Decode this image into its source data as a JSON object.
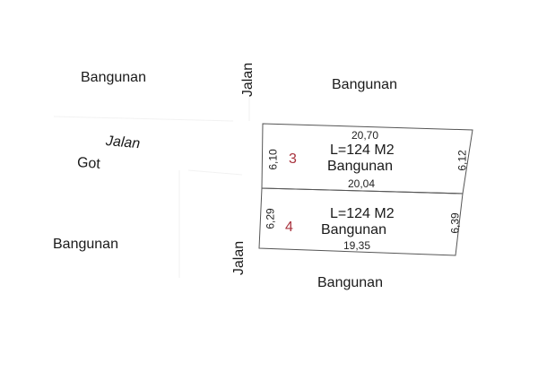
{
  "surroundings": {
    "bangunan_top_left": "Bangunan",
    "bangunan_top_right": "Bangunan",
    "bangunan_bottom_left": "Bangunan",
    "bangunan_bottom_right": "Bangunan",
    "jalan_top_vertical": "Jalan",
    "jalan_left_slanted": "Jalan",
    "got": "Got",
    "jalan_bottom_vertical": "Jalan"
  },
  "plots": [
    {
      "number": "3",
      "area": "L=124 M2",
      "use": "Bangunan",
      "top_length": "20,70",
      "bottom_length": "20,04",
      "left_length": "6,10",
      "right_length": "6,12"
    },
    {
      "number": "4",
      "area": "L=124 M2",
      "use": "Bangunan",
      "bottom_length": "19,35",
      "left_length": "6,29",
      "right_length": "6,39"
    }
  ],
  "colors": {
    "plot_number": "#a8323d",
    "outline": "#555555"
  }
}
